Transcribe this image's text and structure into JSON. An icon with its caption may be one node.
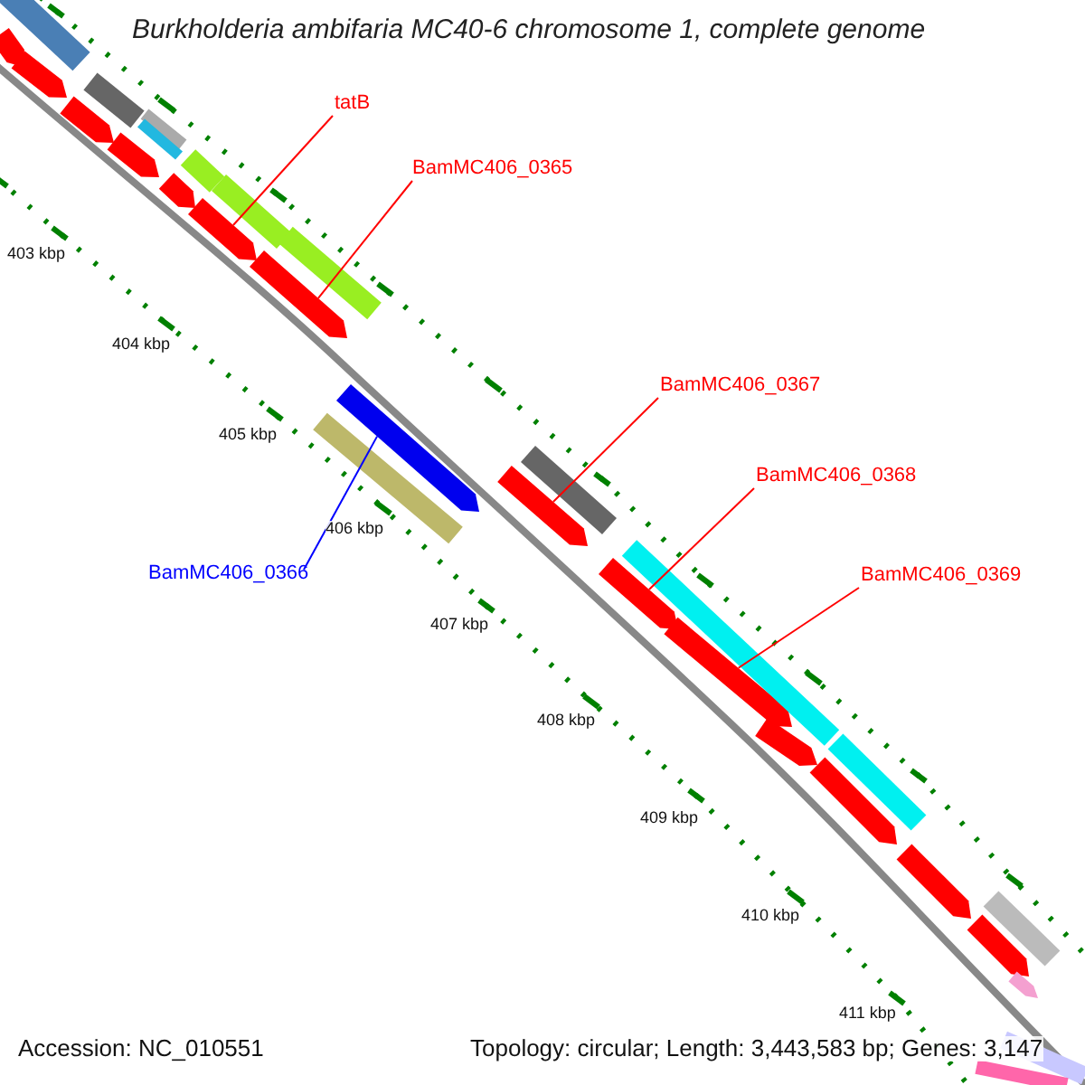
{
  "diagram": {
    "title": "Burkholderia ambifaria MC40-6 chromosome 1, complete genome",
    "nodes": [
      {
        "text": [
          "tatB"
        ]
      },
      {
        "text": [],
        "shape": "bar"
      },
      {
        "text": [
          "BamMC406_0365"
        ]
      },
      {
        "text": [],
        "shape": "bar"
      },
      {
        "text": [
          "BamMC406_0366"
        ]
      },
      {
        "text": [],
        "shape": "bar"
      },
      {
        "text": [
          "BamMC406_0367"
        ]
      },
      {
        "text": [],
        "shape": "bar"
      },
      {
        "text": [
          "BamMC406_0368"
        ]
      },
      {
        "text": [],
        "shape": "bar"
      },
      {
        "text": [
          "BamMC406_0369"
        ]
      },
      {
        "text": [],
        "shape": "bar"
      },
      {
        "text": [],
        "shape": "bar"
      },
      {
        "text": [],
        "shape": "bar"
      },
      {
        "text": [],
        "shape": "bar"
      },
      {
        "text": [],
        "shape": "bar"
      },
      {
        "text": [],
        "shape": "bar"
      },
      {
        "text": [],
        "shape": "bar"
      },
      {
        "text": [],
        "shape": "bar"
      },
      {
        "text": [],
        "shape": "bar"
      },
      {
        "text": [],
        "shape": "bar"
      },
      {
        "text": [],
        "shape": "bar"
      },
      {
        "text": [],
        "shape": "bar"
      },
      {
        "text": [],
        "shape": "bar"
      },
      {
        "text": [],
        "shape": "bar"
      },
      {
        "text": [],
        "shape": "bar"
      },
      {
        "text": [],
        "shape": "bar"
      },
      {
        "text": [],
        "shape": "bar"
      },
      {
        "text": [],
        "shape": "bar"
      },
      {
        "text": [],
        "shape": "bar"
      },
      {
        "text": [],
        "shape": "bar"
      },
      {
        "text": [],
        "shape": "bar"
      },
      {
        "text": [],
        "shape": "bar"
      },
      {
        "text": [],
        "shape": "bar"
      },
      {
        "text": [],
        "shape": "bar"
      },
      {
        "text": [],
        "shape": "bar"
      }
    ],
    "edges": [
      {
        "from": 0,
        "to": 1,
        "arrow": "none"
      },
      {
        "from": 2,
        "to": 3,
        "arrow": "none"
      },
      {
        "from": 4,
        "to": 5,
        "arrow": "none",
        "color": "#0000ff"
      },
      {
        "from": 6,
        "to": 7,
        "arrow": "none"
      },
      {
        "from": 8,
        "to": 9,
        "arrow": "none"
      },
      {
        "from": 10,
        "to": 11,
        "arrow": "none"
      }
    ],
    "labels": [
      "403 kbp",
      "404 kbp",
      "405 kbp",
      "406 kbp",
      "407 kbp",
      "408 kbp",
      "409 kbp",
      "410 kbp",
      "411 kbp",
      "Accession: NC_010551",
      "Topology: circular; Length: 3,443,583 bp; Genes: 3,147"
    ]
  }
}
